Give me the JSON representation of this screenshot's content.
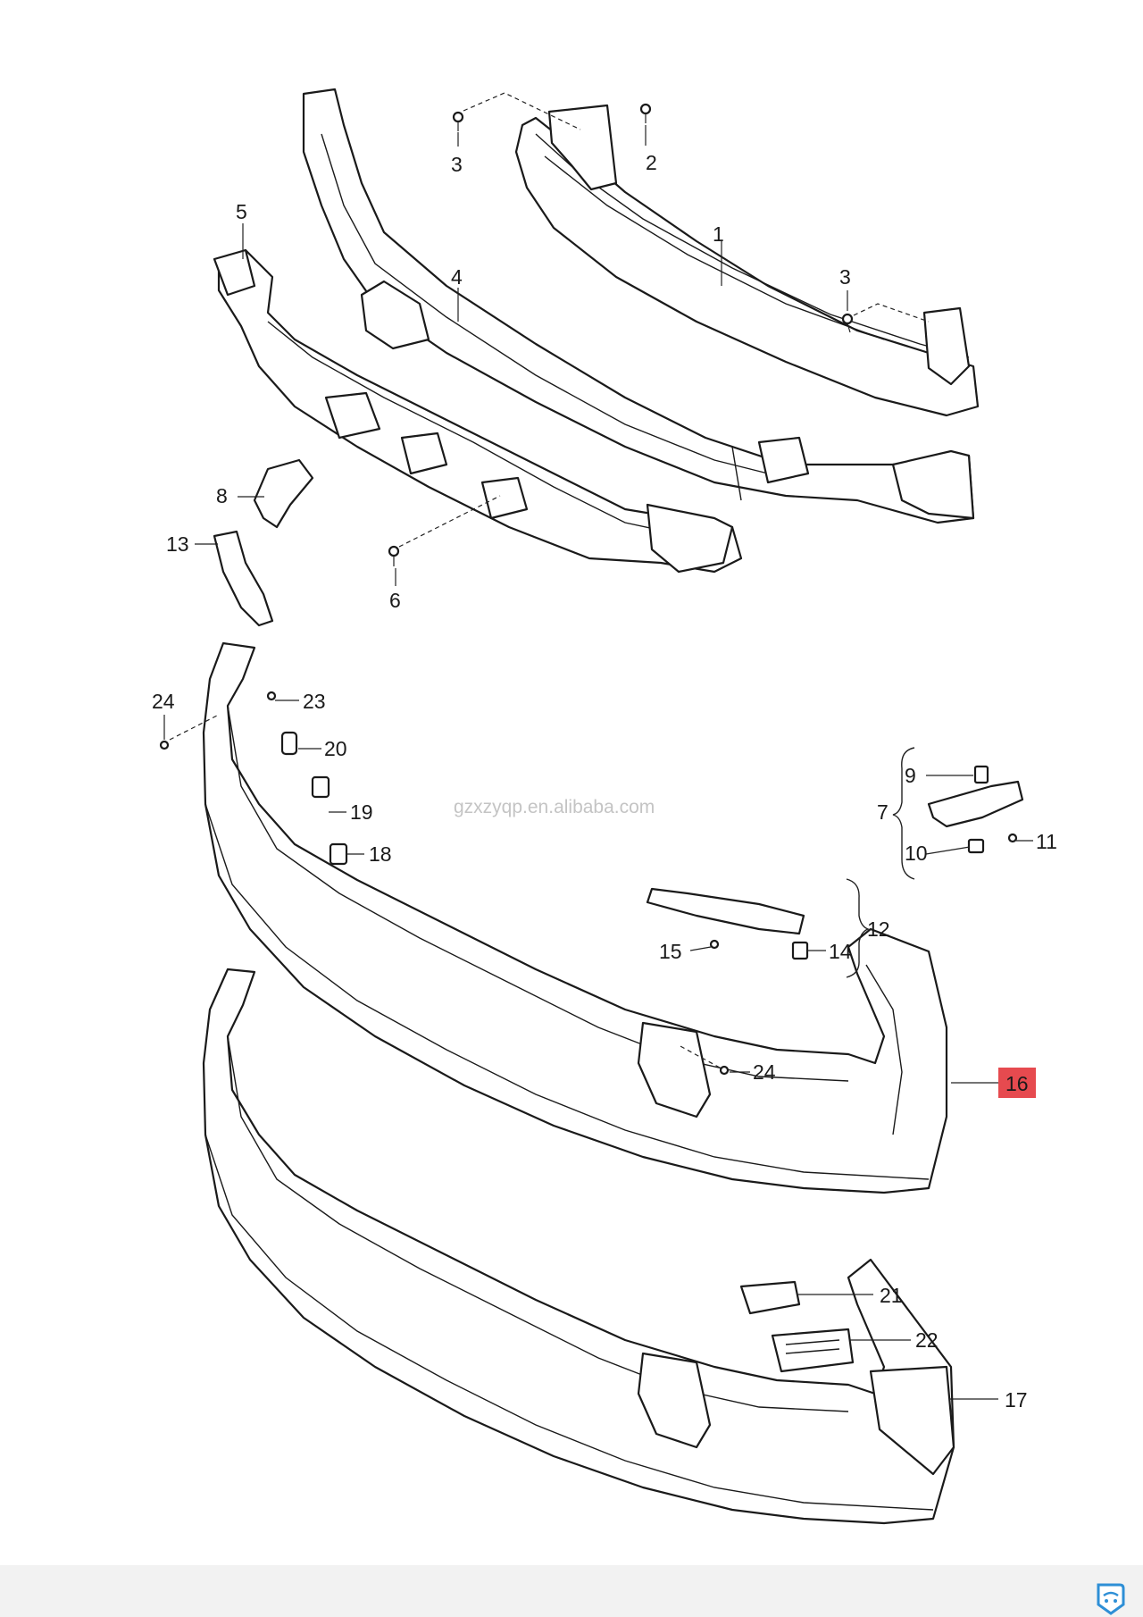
{
  "watermark": "gzxzyqp.en.alibaba.com",
  "highlight_color": "#e64a4f",
  "icons": [
    "screw-icon",
    "app-badge-icon"
  ],
  "callouts": [
    {
      "id": "c1",
      "number": "1"
    },
    {
      "id": "c2",
      "number": "2"
    },
    {
      "id": "c3a",
      "number": "3"
    },
    {
      "id": "c3b",
      "number": "3"
    },
    {
      "id": "c4",
      "number": "4"
    },
    {
      "id": "c5",
      "number": "5"
    },
    {
      "id": "c6",
      "number": "6"
    },
    {
      "id": "c7",
      "number": "7"
    },
    {
      "id": "c8",
      "number": "8"
    },
    {
      "id": "c9",
      "number": "9"
    },
    {
      "id": "c10",
      "number": "10"
    },
    {
      "id": "c11",
      "number": "11"
    },
    {
      "id": "c12",
      "number": "12"
    },
    {
      "id": "c13",
      "number": "13"
    },
    {
      "id": "c14",
      "number": "14"
    },
    {
      "id": "c15",
      "number": "15"
    },
    {
      "id": "c16",
      "number": "16",
      "highlighted": true
    },
    {
      "id": "c17",
      "number": "17"
    },
    {
      "id": "c18",
      "number": "18"
    },
    {
      "id": "c19",
      "number": "19"
    },
    {
      "id": "c20",
      "number": "20"
    },
    {
      "id": "c21",
      "number": "21"
    },
    {
      "id": "c22",
      "number": "22"
    },
    {
      "id": "c23",
      "number": "23"
    },
    {
      "id": "c24a",
      "number": "24"
    },
    {
      "id": "c24b",
      "number": "24"
    }
  ]
}
